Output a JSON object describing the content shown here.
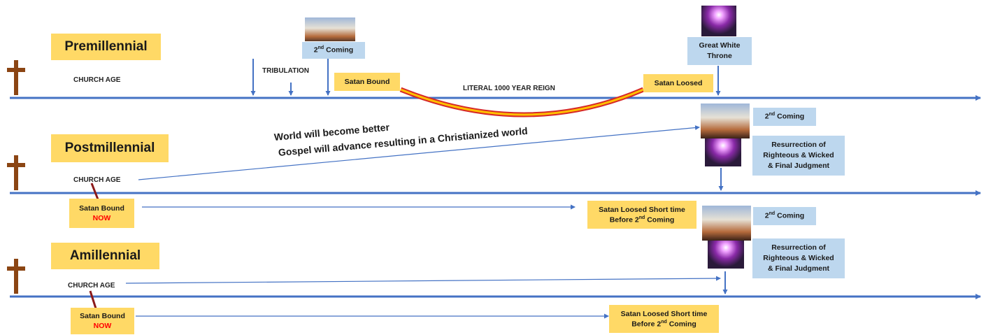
{
  "premillennial": {
    "title": "Premillennial",
    "church_age": "CHURCH AGE",
    "tribulation": "TRIBULATION",
    "second_coming_pre": "2",
    "second_coming_sup": "nd",
    "second_coming_post": " Coming",
    "satan_bound": "Satan Bound",
    "reign": "LITERAL 1000  YEAR REIGN",
    "satan_loosed": "Satan Loosed",
    "great_white_throne_1": "Great White",
    "great_white_throne_2": "Throne"
  },
  "postmillennial": {
    "title": "Postmillennial",
    "church_age": "CHURCH AGE",
    "statement_1": "World will become better",
    "statement_2": "Gospel will advance resulting in a Christianized world",
    "satan_bound": "Satan Bound",
    "now": "NOW",
    "satan_loosed_1": "Satan Loosed Short time",
    "satan_loosed_2_pre": "Before 2",
    "satan_loosed_2_sup": "nd",
    "satan_loosed_2_post": " Coming",
    "second_coming_pre": "2",
    "second_coming_sup": "nd",
    "second_coming_post": " Coming",
    "resurrection_1": "Resurrection of",
    "resurrection_2": "Righteous & Wicked",
    "resurrection_3": "& Final Judgment"
  },
  "amillennial": {
    "title": "Amillennial",
    "church_age": "CHURCH AGE",
    "satan_bound": "Satan Bound",
    "now": "NOW",
    "satan_loosed_1": "Satan Loosed Short time",
    "satan_loosed_2_pre": "Before 2",
    "satan_loosed_2_sup": "nd",
    "satan_loosed_2_post": " Coming",
    "second_coming_pre": "2",
    "second_coming_sup": "nd",
    "second_coming_post": " Coming",
    "resurrection_1": "Resurrection of",
    "resurrection_2": "Righteous & Wicked",
    "resurrection_3": "& Final Judgment"
  },
  "icons": [
    "cross-icon",
    "second-coming-image",
    "throne-light-image"
  ],
  "colors": {
    "timeline": "#4472c4",
    "yellow_box": "#ffd966",
    "blue_box": "#bdd7ee",
    "arc_outer": "#d62828",
    "arc_inner": "#ffc000",
    "cross": "#8b4513",
    "now": "#ff0000"
  }
}
